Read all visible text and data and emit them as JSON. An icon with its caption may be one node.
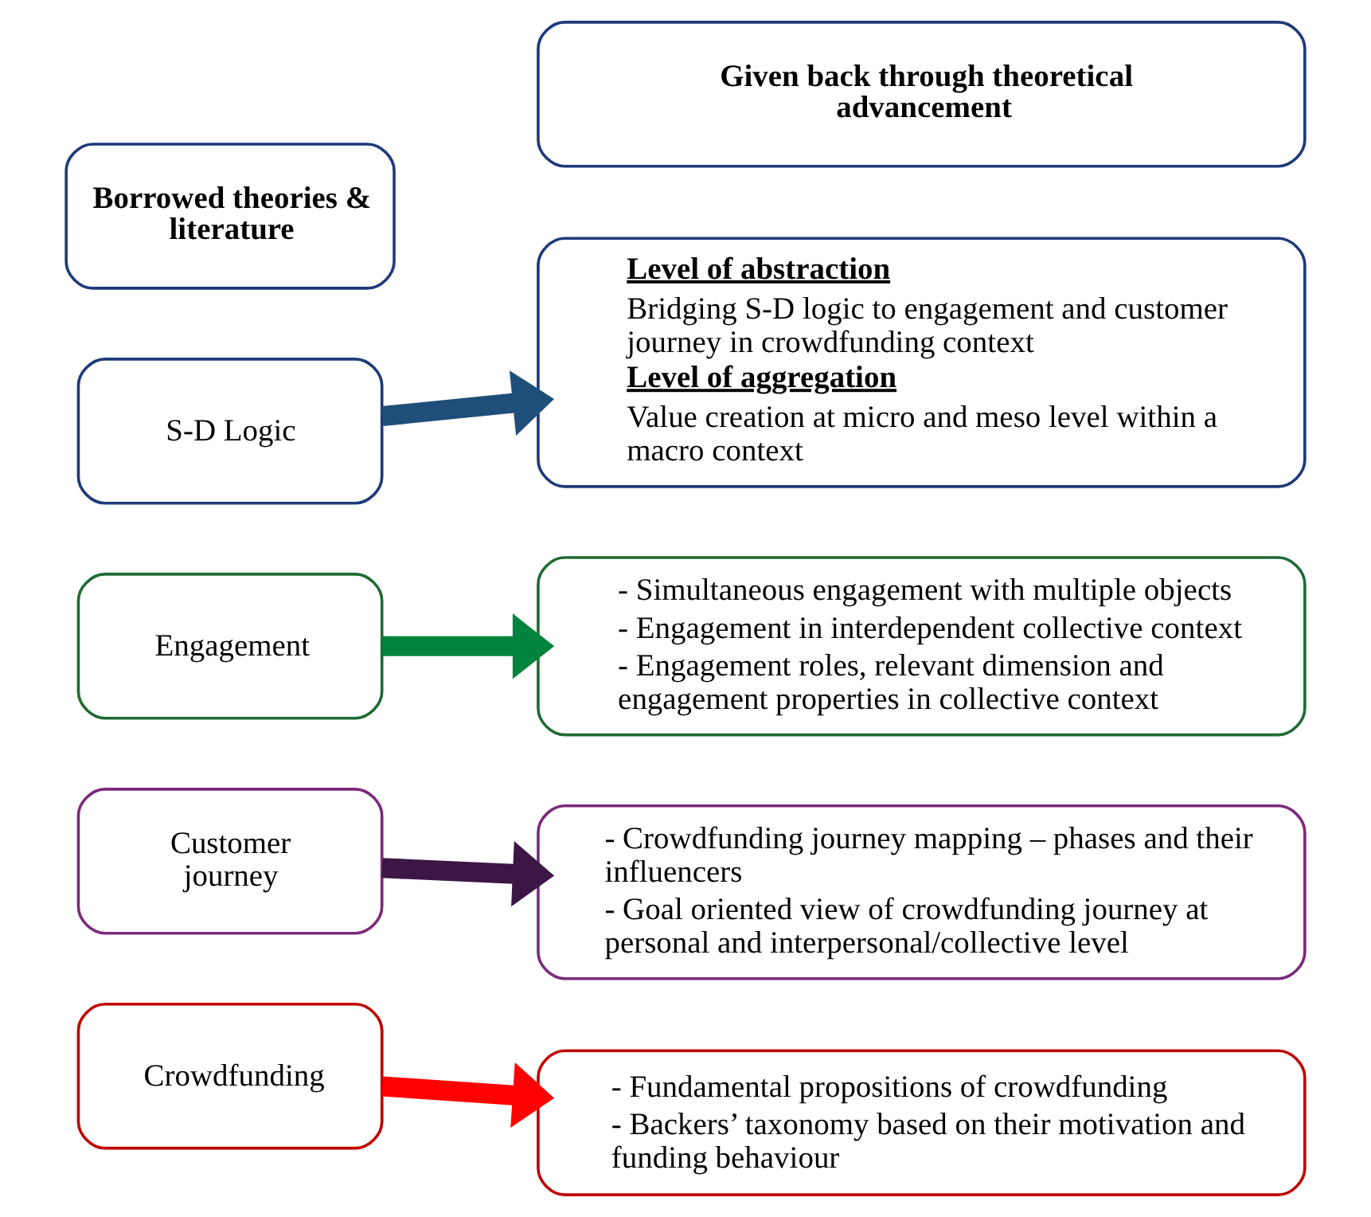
{
  "diagram": {
    "nodes": [
      {
        "text": [
          "Borrowed theories & literature"
        ]
      },
      {
        "text": [
          "Given back through theoretical advancement"
        ]
      },
      {
        "text": [
          "S-D Logic"
        ]
      },
      {
        "text": [
          "Level of abstraction",
          "Bridging S-D logic to engagement and customer journey in crowdfunding context",
          "Level of aggregation",
          "Value creation at micro and meso level within a macro context"
        ]
      },
      {
        "text": [
          "Engagement"
        ]
      },
      {
        "text": [
          "- Simultaneous engagement with multiple objects",
          "- Engagement in interdependent collective context",
          "- Engagement roles, relevant dimension and engagement properties in collective context"
        ]
      },
      {
        "text": [
          "Customer journey"
        ]
      },
      {
        "text": [
          "- Crowdfunding journey mapping – phases and their influencers",
          "- Goal oriented view of crowdfunding journey at personal and interpersonal/collective level"
        ]
      },
      {
        "text": [
          "Crowdfunding"
        ]
      },
      {
        "text": [
          "- Fundamental propositions of crowdfunding",
          "- Backers’ taxonomy based on their motivation and funding behaviour"
        ]
      }
    ],
    "edges": [
      {
        "from": 2,
        "to": 3,
        "arrow": "to",
        "color": "#1f4e79"
      },
      {
        "from": 4,
        "to": 5,
        "arrow": "to",
        "color": "#00843d"
      },
      {
        "from": 6,
        "to": 7,
        "arrow": "to",
        "color": "#3c1746"
      },
      {
        "from": 8,
        "to": 9,
        "arrow": "to",
        "color": "#ff0000"
      }
    ]
  }
}
